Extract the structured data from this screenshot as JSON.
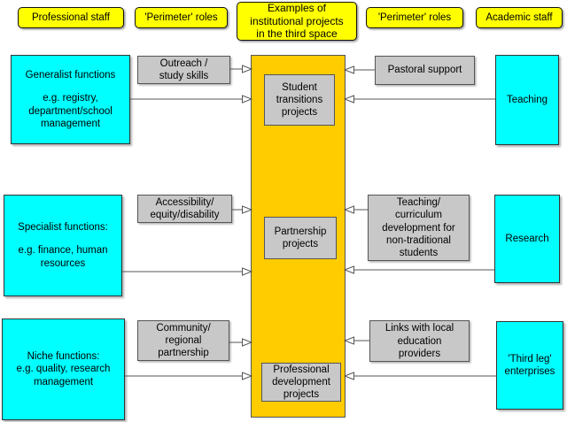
{
  "top_row": [
    {
      "label": "Professional staff"
    },
    {
      "label": "'Perimeter' roles"
    },
    {
      "label": "Examples of\ninstitutional projects\nin the third space"
    },
    {
      "label": "'Perimeter' roles"
    },
    {
      "label": "Academic staff"
    }
  ],
  "left_column": [
    {
      "title": "Generalist functions",
      "detail": "e.g. registry,\ndepartment/school\nmanagement"
    },
    {
      "title": "Specialist functions:",
      "detail": "e.g. finance, human\nresources"
    },
    {
      "title": "Niche functions:",
      "detail": "e.g. quality, research\nmanagement"
    }
  ],
  "left_perimeter": [
    {
      "label": "Outreach /\nstudy skills"
    },
    {
      "label": "Accessibility/\nequity/disability"
    },
    {
      "label": "Community/\nregional\npartnership"
    }
  ],
  "center_projects": [
    {
      "label": "Student\ntransitions\nprojects"
    },
    {
      "label": "Partnership\nprojects"
    },
    {
      "label": "Professional\ndevelopment\nprojects"
    }
  ],
  "right_perimeter": [
    {
      "label": "Pastoral support"
    },
    {
      "label": "Teaching/\ncurriculum\ndevelopment for\nnon-traditional\nstudents"
    },
    {
      "label": "Links with local\neducation\nproviders"
    }
  ],
  "right_column": [
    {
      "label": "Teaching"
    },
    {
      "label": "Research"
    },
    {
      "label": "'Third leg'\nenterprises"
    }
  ],
  "colors": {
    "staff_box": "#ffff00",
    "role_box": "#c8c8c8",
    "center_panel": "#ffcc00",
    "function_box": "#00ffff",
    "connector": "#555555"
  }
}
